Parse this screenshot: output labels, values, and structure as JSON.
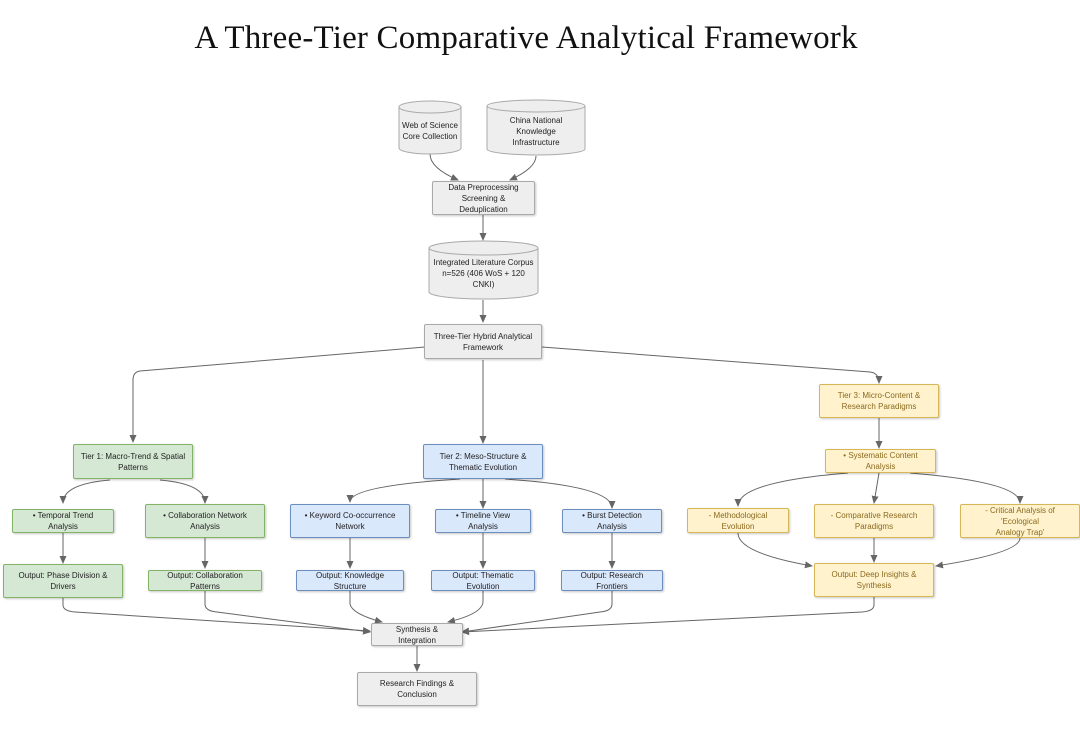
{
  "title": "A Three-Tier Comparative Analytical Framework",
  "nodes": {
    "wos": "Web of Science\nCore Collection",
    "cnki": "China National Knowledge\nInfrastructure",
    "preprocessing": "Data Preprocessing\nScreening & Deduplication",
    "corpus": "Integrated Literature Corpus\nn=526 (406 WoS + 120 CNKI)",
    "framework": "Three-Tier Hybrid Analytical\nFramework",
    "tier1": "Tier 1: Macro-Trend & Spatial\nPatterns",
    "tier2": "Tier 2: Meso-Structure &\nThematic Evolution",
    "tier3": "Tier 3: Micro-Content &\nResearch Paradigms",
    "temporal": "• Temporal Trend Analysis",
    "collab": "• Collaboration Network\nAnalysis",
    "keyword": "• Keyword Co-occurrence\nNetwork",
    "timeline": "• Timeline View Analysis",
    "burst": "• Burst Detection Analysis",
    "content": "• Systematic Content Analysis",
    "method": "- Methodological Evolution",
    "paradigm": "- Comparative Research\nParadigms",
    "critical": "- Critical Analysis of 'Ecological\nAnalogy Trap'",
    "out_phase": "Output: Phase Division &\nDrivers",
    "out_collab": "Output: Collaboration Patterns",
    "out_knowledge": "Output: Knowledge Structure",
    "out_thematic": "Output: Thematic Evolution",
    "out_frontiers": "Output: Research Frontiers",
    "out_deep": "Output: Deep Insights &\nSynthesis",
    "synthesis": "Synthesis & Integration",
    "findings": "Research Findings &\nConclusion"
  },
  "colors": {
    "gray_fill": "#eeeeee",
    "green_fill": "#d5e8d4",
    "blue_fill": "#dae8fc",
    "orange_fill": "#fff2cc",
    "edge": "#666666"
  }
}
